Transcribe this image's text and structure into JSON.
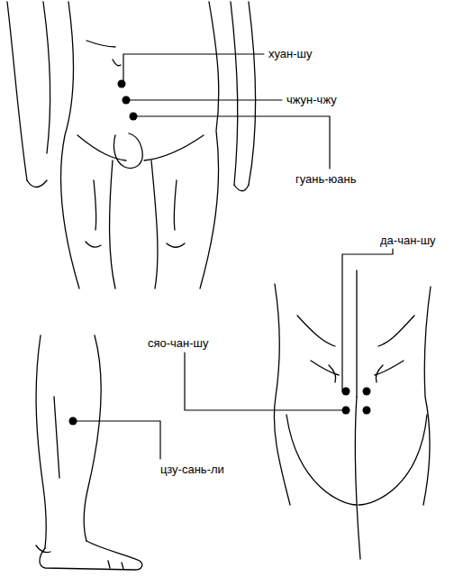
{
  "diagram": {
    "labels": [
      "хуан-шу",
      "чжун-чжу",
      "гуань-юань",
      "да-чан-шу",
      "сяо-чан-шу",
      "цзу-сань-ли"
    ]
  }
}
